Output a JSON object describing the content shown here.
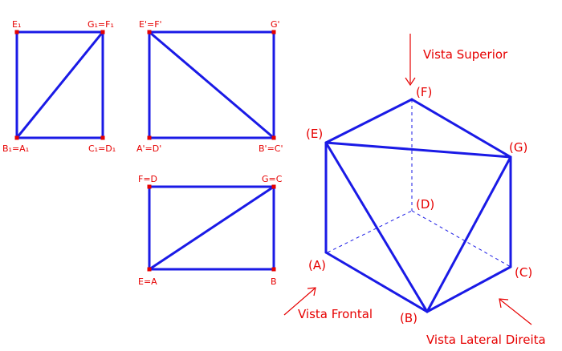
{
  "side_view": {
    "top_left": "E₁",
    "top_right": "G₁=F₁",
    "bottom_left": "B₁=A₁",
    "bottom_right": "C₁=D₁"
  },
  "front_view": {
    "top_left": "E'=F'",
    "top_right": "G'",
    "bottom_left": "A'=D'",
    "bottom_right": "B'=C'"
  },
  "top_view": {
    "top_left": "F=D",
    "top_right": "G=C",
    "bottom_left": "E=A",
    "bottom_right": "B"
  },
  "solid": {
    "A": "(A)",
    "B": "(B)",
    "C": "(C)",
    "D": "(D)",
    "E": "(E)",
    "F": "(F)",
    "G": "(G)"
  },
  "views": {
    "superior": "Vista Superior",
    "frontal": "Vista Frontal",
    "lateral": "Vista Lateral Direita"
  },
  "colors": {
    "edge": "#1a1ae6",
    "label": "#e60000",
    "background": "#ffffff"
  }
}
